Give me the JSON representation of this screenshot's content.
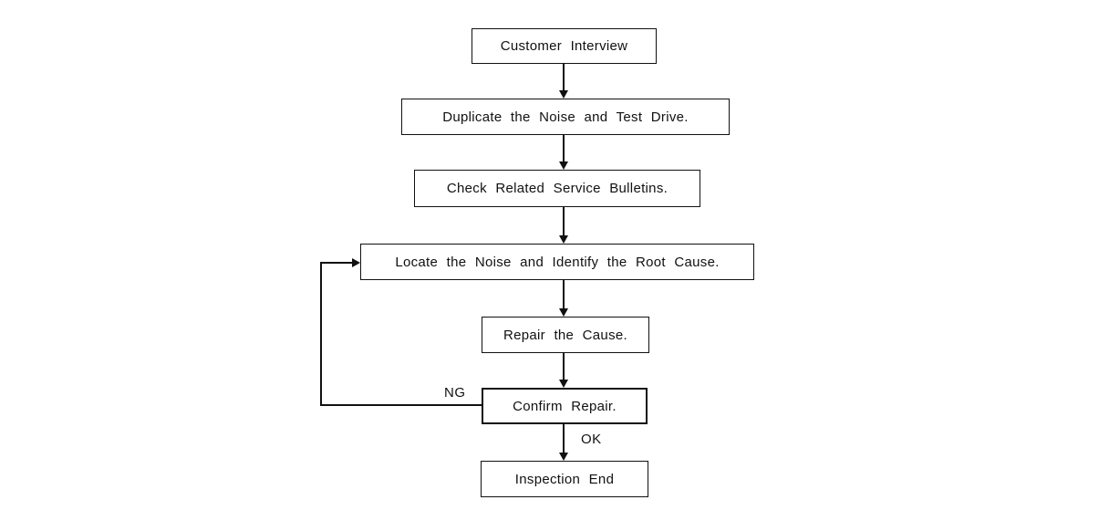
{
  "diagram": {
    "type": "flowchart",
    "nodes": [
      {
        "id": "customer-interview",
        "label": "Customer Interview"
      },
      {
        "id": "duplicate-noise",
        "label": "Duplicate the Noise and Test Drive."
      },
      {
        "id": "check-bulletins",
        "label": "Check Related Service Bulletins."
      },
      {
        "id": "locate-noise",
        "label": "Locate the Noise and Identify the Root Cause."
      },
      {
        "id": "repair-cause",
        "label": "Repair the Cause."
      },
      {
        "id": "confirm-repair",
        "label": "Confirm Repair."
      },
      {
        "id": "inspection-end",
        "label": "Inspection End"
      }
    ],
    "edges": [
      {
        "from": "customer-interview",
        "to": "duplicate-noise",
        "label": ""
      },
      {
        "from": "duplicate-noise",
        "to": "check-bulletins",
        "label": ""
      },
      {
        "from": "check-bulletins",
        "to": "locate-noise",
        "label": ""
      },
      {
        "from": "locate-noise",
        "to": "repair-cause",
        "label": ""
      },
      {
        "from": "repair-cause",
        "to": "confirm-repair",
        "label": ""
      },
      {
        "from": "confirm-repair",
        "to": "inspection-end",
        "label": "OK"
      },
      {
        "from": "confirm-repair",
        "to": "locate-noise",
        "label": "NG"
      }
    ],
    "colors": {
      "line": "#111111",
      "box_background": "#ffffff",
      "page_background": "#ffffff"
    }
  }
}
